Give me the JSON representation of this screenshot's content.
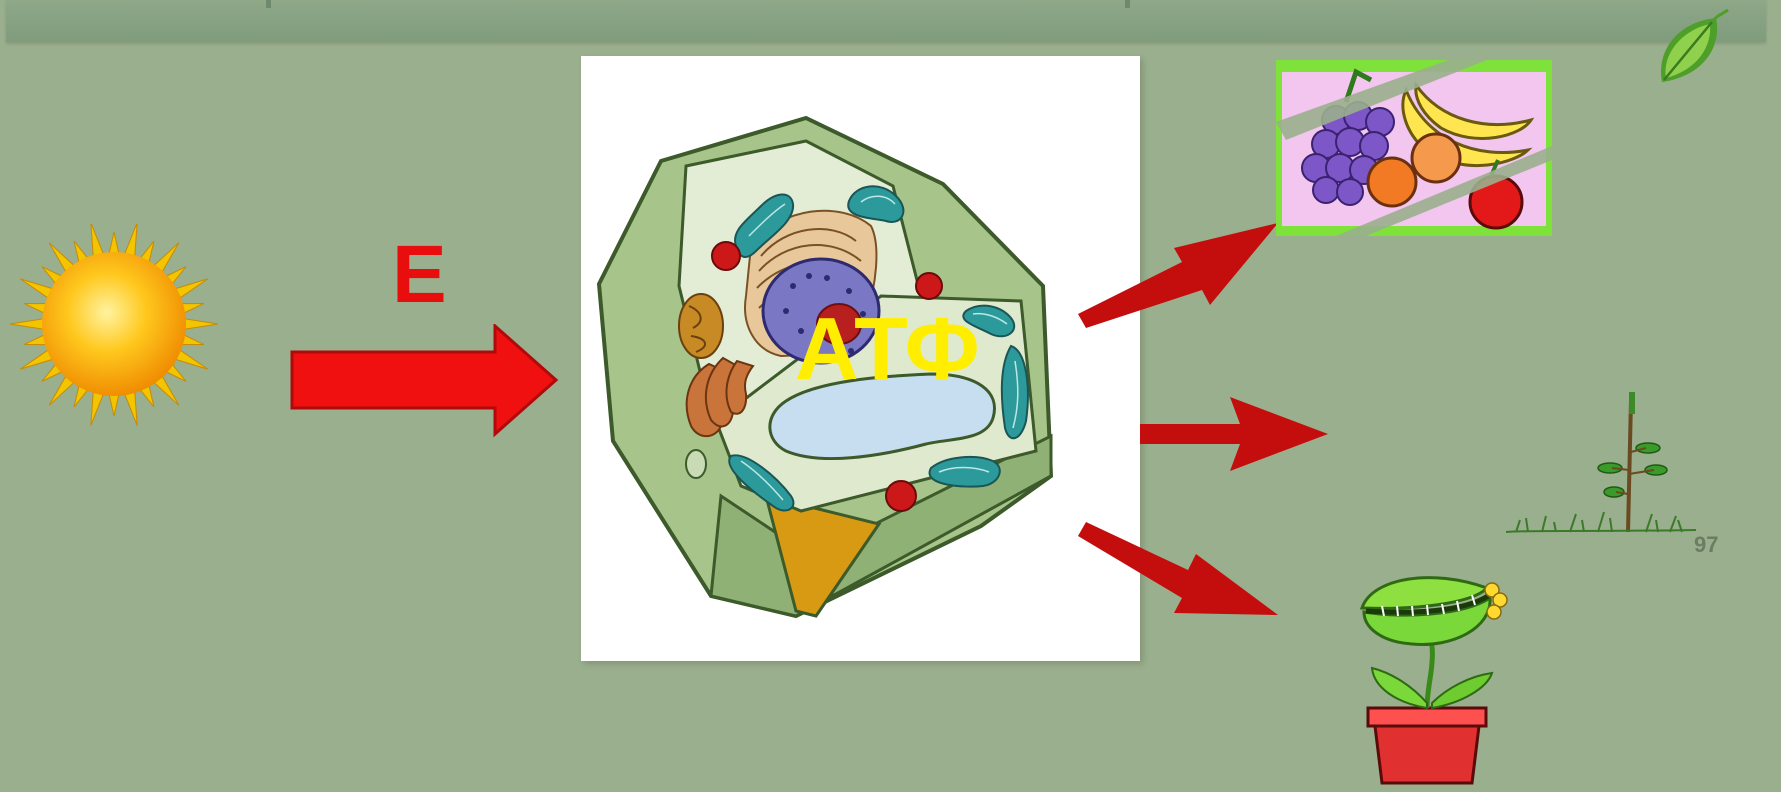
{
  "labels": {
    "energy": "Е",
    "atp": "АТФ",
    "year_mark": "97"
  },
  "colors": {
    "background": "#9aaf8d",
    "arrow_red": "#c40d0d",
    "energy_arrow": "#f01010",
    "atp_yellow": "#ffee00"
  },
  "icons": [
    "leaf-icon",
    "sun-icon",
    "plant-cell-image",
    "fruit-image",
    "sapling-image",
    "flytrap-image"
  ]
}
